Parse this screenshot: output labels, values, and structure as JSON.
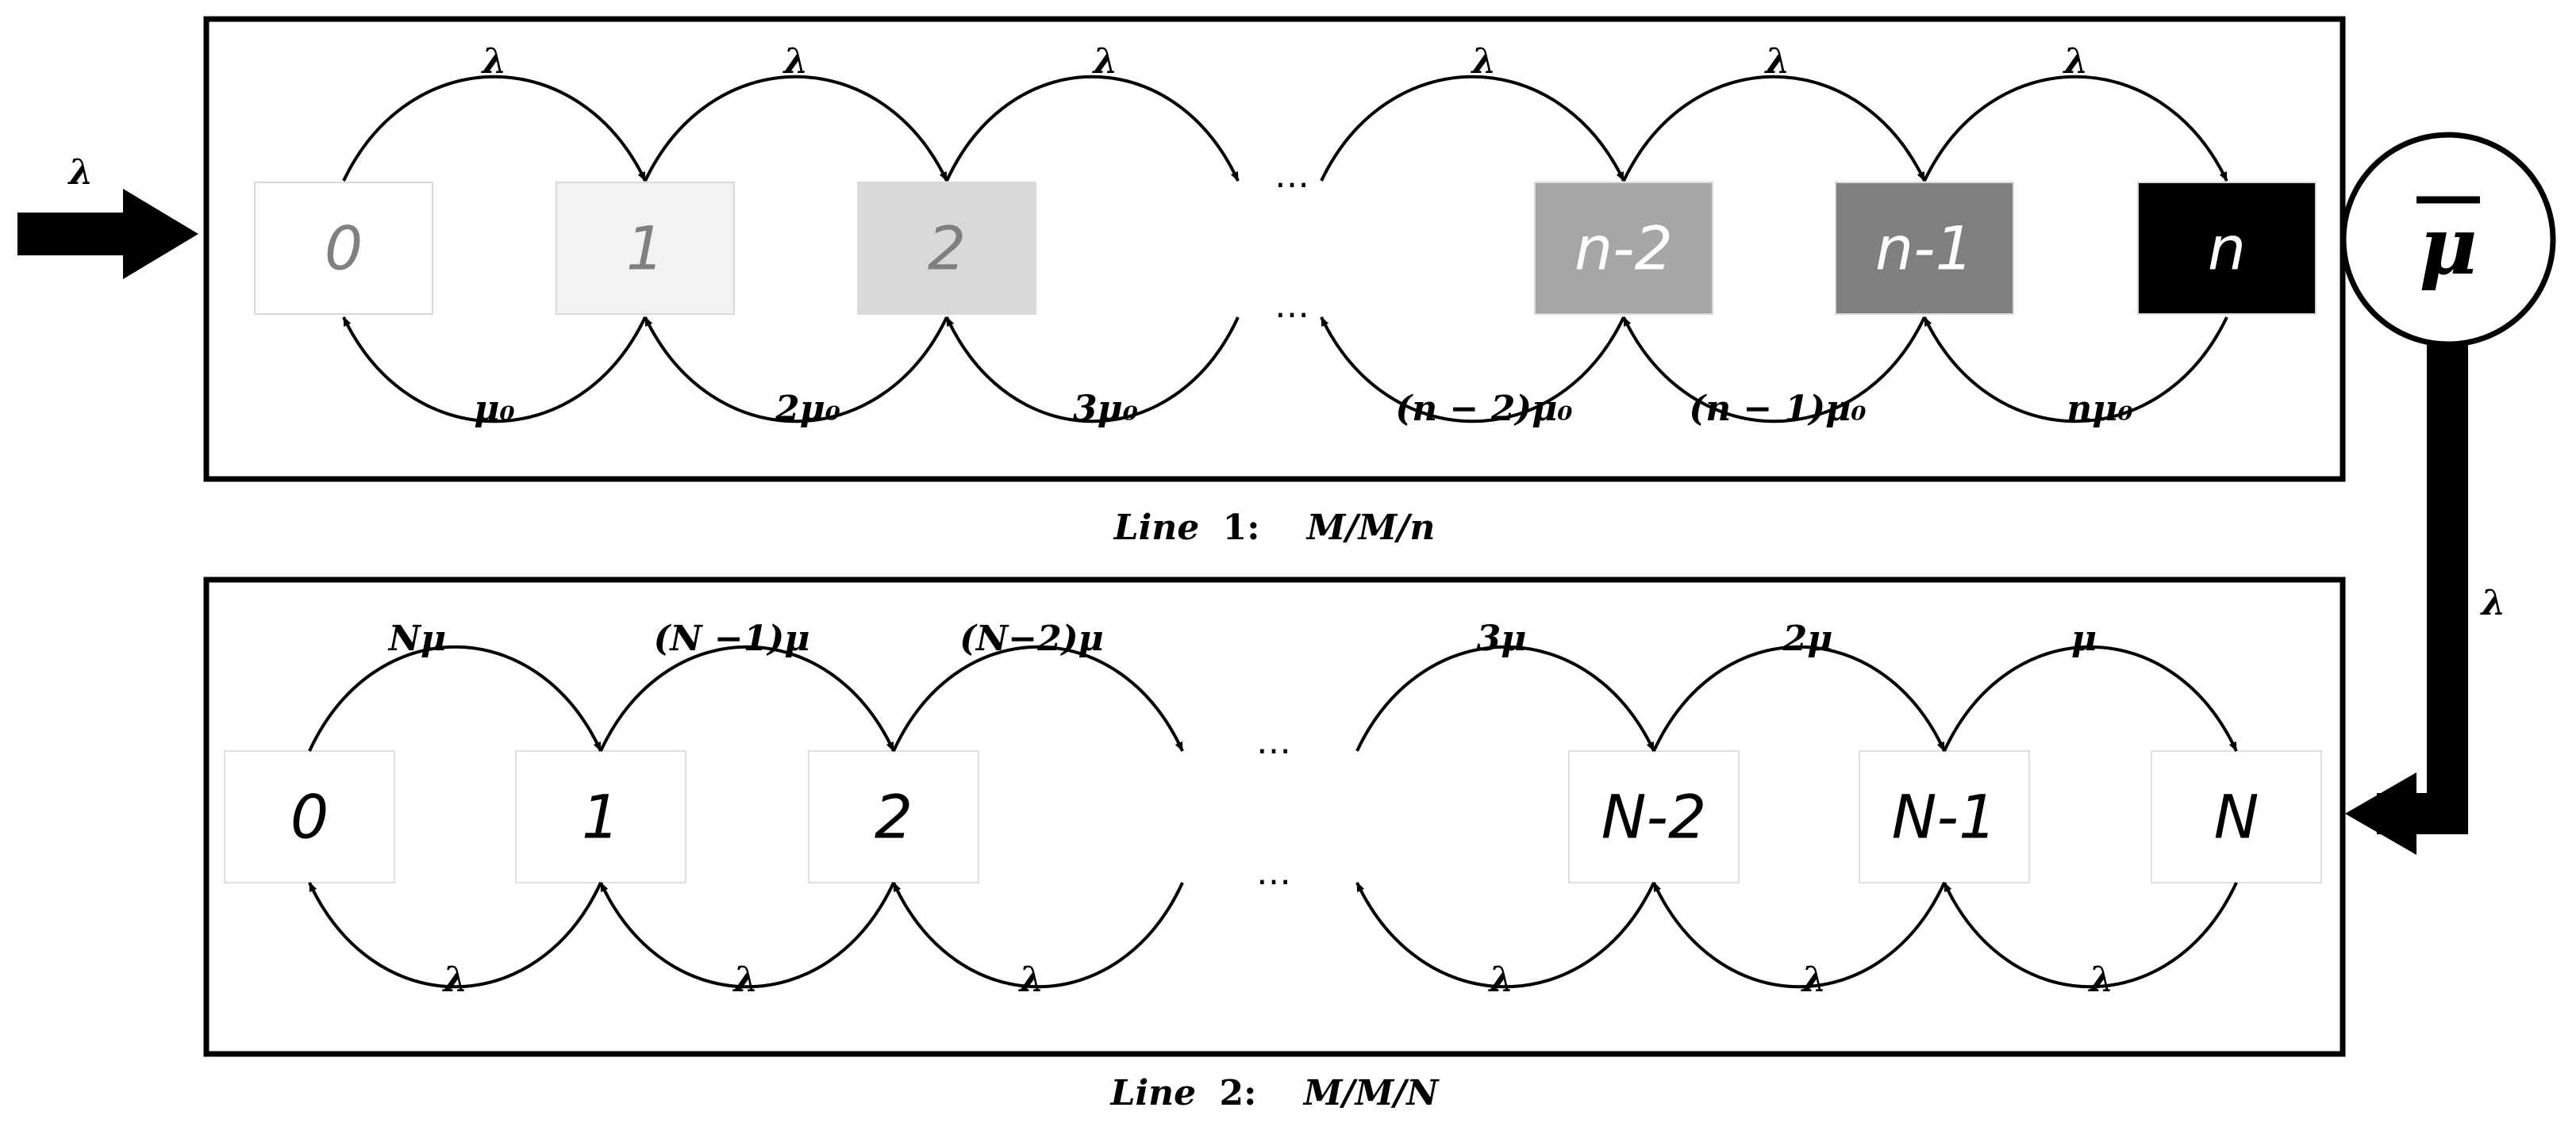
{
  "inflow": {
    "rate_label": "λ"
  },
  "line1": {
    "caption_prefix": "Line",
    "caption_number": "1:",
    "caption_model": "M/M/n",
    "states": [
      {
        "label": "0",
        "fill": "#ffffff",
        "text": "#808080"
      },
      {
        "label": "1",
        "fill": "#f2f2f2",
        "text": "#808080"
      },
      {
        "label": "2",
        "fill": "#d9d9d9",
        "text": "#808080"
      },
      {
        "label": "n-2",
        "fill": "#a6a6a6",
        "text": "#ffffff"
      },
      {
        "label": "n-1",
        "fill": "#7f7f7f",
        "text": "#ffffff"
      },
      {
        "label": "n",
        "fill": "#000000",
        "text": "#ffffff"
      }
    ],
    "forward_labels": [
      "λ",
      "λ",
      "λ",
      "λ",
      "λ",
      "λ"
    ],
    "backward_labels": [
      "μ₀",
      "2μ₀",
      "3μ₀",
      "(n − 2)μ₀",
      "(n − 1)μ₀",
      "nμ₀"
    ],
    "ellipsis_top": "…",
    "ellipsis_bottom": "…"
  },
  "server": {
    "label": "μ",
    "feedback_label": "λ"
  },
  "line2": {
    "caption_prefix": "Line",
    "caption_number": "2:",
    "caption_model": "M/M/N",
    "states": [
      {
        "label": "0"
      },
      {
        "label": "1"
      },
      {
        "label": "2"
      },
      {
        "label": "N-2"
      },
      {
        "label": "N-1"
      },
      {
        "label": "N"
      }
    ],
    "forward_labels": [
      "Nμ",
      "(N −1)μ",
      "(N−2)μ",
      "3μ",
      "2μ",
      "μ"
    ],
    "backward_labels": [
      "λ",
      "λ",
      "λ",
      "λ",
      "λ",
      "λ"
    ],
    "ellipsis_top": "…",
    "ellipsis_bottom": "…"
  }
}
